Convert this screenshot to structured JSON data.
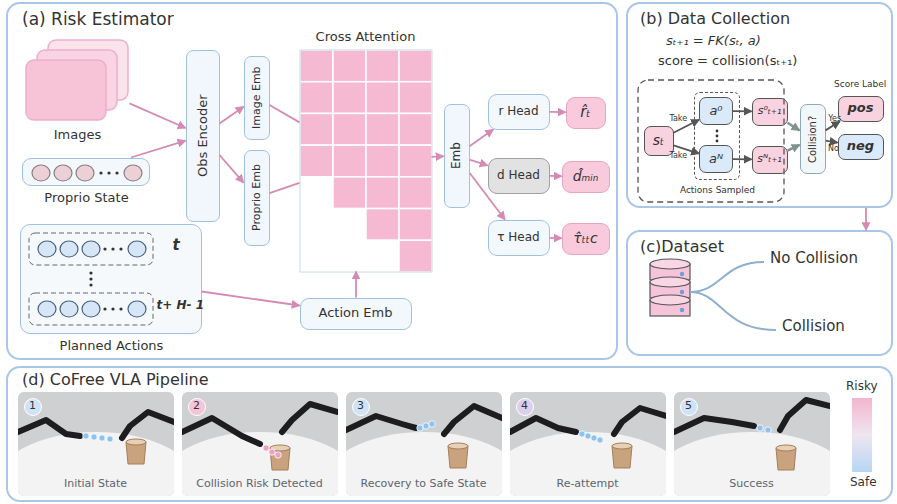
{
  "diagram": {
    "nodes": [
      {
        "text": [
          "(a) Risk Estimator"
        ]
      },
      {
        "text": [
          "Images"
        ],
        "in": 0
      },
      {
        "text": [
          "Proprio State"
        ],
        "in": 0
      },
      {
        "text": [
          "Obs Encoder"
        ],
        "in": 0
      },
      {
        "text": [
          "Image Emb"
        ],
        "in": 0
      },
      {
        "text": [
          "Proprio Emb"
        ],
        "in": 0
      },
      {
        "text": [
          "Cross Attention"
        ],
        "in": 0
      },
      {
        "text": [
          "t",
          "t+ H- 1",
          "Planned Actions"
        ],
        "in": 0
      },
      {
        "text": [
          "Action Emb"
        ],
        "in": 0
      },
      {
        "text": [
          "Emb"
        ],
        "in": 0
      },
      {
        "text": [
          "r Head"
        ],
        "in": 0
      },
      {
        "text": [
          "d Head"
        ],
        "in": 0
      },
      {
        "text": [
          "τ Head"
        ],
        "in": 0
      },
      {
        "text": [
          "r̂ₜ"
        ],
        "in": 0
      },
      {
        "text": [
          "d̂ₘᵢₙ"
        ],
        "in": 0
      },
      {
        "text": [
          "τ̂ₜₜc"
        ],
        "in": 0
      },
      {
        "text": [
          "(b) Data Collection",
          "sₜ₊₁ = FK(sₜ, a)",
          "score = collision(sₜ₊₁)"
        ]
      },
      {
        "text": [
          "Actions Sampled"
        ],
        "in": 16
      },
      {
        "text": [
          "sₜ"
        ],
        "in": 16
      },
      {
        "text": [
          "a⁰"
        ],
        "in": 17
      },
      {
        "text": [
          "aᴺ"
        ],
        "in": 17
      },
      {
        "text": [
          "s⁰ₜ₊₁"
        ],
        "in": 16
      },
      {
        "text": [
          "sᴺₜ₊₁"
        ],
        "in": 16
      },
      {
        "text": [
          "Collision?"
        ],
        "in": 16
      },
      {
        "text": [
          "pos"
        ],
        "in": 16
      },
      {
        "text": [
          "neg"
        ],
        "in": 16
      },
      {
        "text": [
          "(c)Dataset"
        ]
      },
      {
        "text": [
          "(d) CoFree VLA Pipeline"
        ]
      },
      {
        "text": [
          "1",
          "Initial State"
        ],
        "in": 27
      },
      {
        "text": [
          "2",
          "Collision Risk Detected"
        ],
        "in": 27
      },
      {
        "text": [
          "3",
          "Recovery to Safe State"
        ],
        "in": 27
      },
      {
        "text": [
          "4",
          "Re-attempt"
        ],
        "in": 27
      },
      {
        "text": [
          "5",
          "Success"
        ],
        "in": 27
      }
    ],
    "edges": [
      {
        "from": 1,
        "to": 3,
        "arrow": "to"
      },
      {
        "from": 2,
        "to": 3,
        "arrow": "to"
      },
      {
        "from": 3,
        "to": 4,
        "arrow": "to"
      },
      {
        "from": 3,
        "to": 5,
        "arrow": "to"
      },
      {
        "from": 4,
        "to": 6,
        "arrow": "none"
      },
      {
        "from": 5,
        "to": 6,
        "arrow": "none"
      },
      {
        "from": 7,
        "to": 8,
        "arrow": "to"
      },
      {
        "from": 8,
        "to": 6,
        "arrow": "to"
      },
      {
        "from": 6,
        "to": 9,
        "arrow": "to"
      },
      {
        "from": 9,
        "to": 10,
        "arrow": "to"
      },
      {
        "from": 9,
        "to": 11,
        "arrow": "to"
      },
      {
        "from": 9,
        "to": 12,
        "arrow": "to"
      },
      {
        "from": 10,
        "to": 13,
        "arrow": "to"
      },
      {
        "from": 11,
        "to": 14,
        "arrow": "to"
      },
      {
        "from": 12,
        "to": 15,
        "arrow": "to"
      },
      {
        "from": 18,
        "to": 19,
        "label": "Take",
        "arrow": "to"
      },
      {
        "from": 18,
        "to": 20,
        "label": "Take",
        "arrow": "to"
      },
      {
        "from": 19,
        "to": 21,
        "arrow": "to"
      },
      {
        "from": 20,
        "to": 22,
        "arrow": "to"
      },
      {
        "from": 21,
        "to": 23,
        "arrow": "to"
      },
      {
        "from": 22,
        "to": 23,
        "arrow": "to"
      },
      {
        "from": 23,
        "to": 24,
        "label": "Yes",
        "arrow": "to"
      },
      {
        "from": 23,
        "to": 25,
        "label": "No",
        "arrow": "to"
      },
      {
        "from": 16,
        "to": 26,
        "arrow": "to"
      }
    ],
    "labels": [
      "Score Label",
      "No Collision",
      "Collision"
    ],
    "legend": [
      {
        "text": "Risky",
        "color": "#f4b4cc"
      },
      {
        "text": "Safe",
        "color": "#b6d6f3"
      }
    ]
  }
}
